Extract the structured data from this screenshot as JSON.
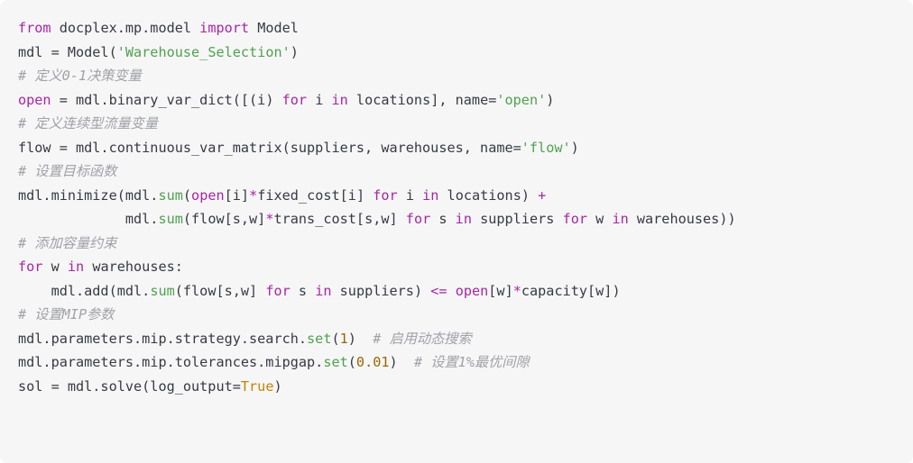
{
  "code": {
    "lines": [
      [
        {
          "t": "from",
          "c": "kw"
        },
        {
          "t": " docplex.mp.model ",
          "c": ""
        },
        {
          "t": "import",
          "c": "kw"
        },
        {
          "t": " Model",
          "c": ""
        }
      ],
      [
        {
          "t": "mdl = Model(",
          "c": ""
        },
        {
          "t": "'Warehouse_Selection'",
          "c": "str"
        },
        {
          "t": ")",
          "c": ""
        }
      ],
      [
        {
          "t": "# 定义0-1决策变量",
          "c": "cmt"
        }
      ],
      [
        {
          "t": "open",
          "c": "kw"
        },
        {
          "t": " = mdl.binary_var_dict([(i) ",
          "c": ""
        },
        {
          "t": "for",
          "c": "kw"
        },
        {
          "t": " i ",
          "c": ""
        },
        {
          "t": "in",
          "c": "kw"
        },
        {
          "t": " locations], name=",
          "c": ""
        },
        {
          "t": "'open'",
          "c": "str"
        },
        {
          "t": ")",
          "c": ""
        }
      ],
      [
        {
          "t": "# 定义连续型流量变量",
          "c": "cmt"
        }
      ],
      [
        {
          "t": "flow = mdl.continuous_var_matrix(suppliers, warehouses, name=",
          "c": ""
        },
        {
          "t": "'flow'",
          "c": "str"
        },
        {
          "t": ")",
          "c": ""
        }
      ],
      [
        {
          "t": "# 设置目标函数",
          "c": "cmt"
        }
      ],
      [
        {
          "t": "mdl.minimize(mdl.",
          "c": ""
        },
        {
          "t": "sum",
          "c": "fn"
        },
        {
          "t": "(",
          "c": ""
        },
        {
          "t": "open",
          "c": "kw"
        },
        {
          "t": "[i]",
          "c": ""
        },
        {
          "t": "*",
          "c": "kw"
        },
        {
          "t": "fixed_cost[i] ",
          "c": ""
        },
        {
          "t": "for",
          "c": "kw"
        },
        {
          "t": " i ",
          "c": ""
        },
        {
          "t": "in",
          "c": "kw"
        },
        {
          "t": " locations) ",
          "c": ""
        },
        {
          "t": "+",
          "c": "kw"
        }
      ],
      [
        {
          "t": "             mdl.",
          "c": ""
        },
        {
          "t": "sum",
          "c": "fn"
        },
        {
          "t": "(flow[s,w]",
          "c": ""
        },
        {
          "t": "*",
          "c": "kw"
        },
        {
          "t": "trans_cost[s,w] ",
          "c": ""
        },
        {
          "t": "for",
          "c": "kw"
        },
        {
          "t": " s ",
          "c": ""
        },
        {
          "t": "in",
          "c": "kw"
        },
        {
          "t": " suppliers ",
          "c": ""
        },
        {
          "t": "for",
          "c": "kw"
        },
        {
          "t": " w ",
          "c": ""
        },
        {
          "t": "in",
          "c": "kw"
        },
        {
          "t": " warehouses))",
          "c": ""
        }
      ],
      [
        {
          "t": "# 添加容量约束",
          "c": "cmt"
        }
      ],
      [
        {
          "t": "for",
          "c": "kw"
        },
        {
          "t": " w ",
          "c": ""
        },
        {
          "t": "in",
          "c": "kw"
        },
        {
          "t": " warehouses:",
          "c": ""
        }
      ],
      [
        {
          "t": "    mdl.add(mdl.",
          "c": ""
        },
        {
          "t": "sum",
          "c": "fn"
        },
        {
          "t": "(flow[s,w] ",
          "c": ""
        },
        {
          "t": "for",
          "c": "kw"
        },
        {
          "t": " s ",
          "c": ""
        },
        {
          "t": "in",
          "c": "kw"
        },
        {
          "t": " suppliers) ",
          "c": ""
        },
        {
          "t": "<=",
          "c": "kw"
        },
        {
          "t": " ",
          "c": ""
        },
        {
          "t": "open",
          "c": "kw"
        },
        {
          "t": "[w]",
          "c": ""
        },
        {
          "t": "*",
          "c": "kw"
        },
        {
          "t": "capacity[w])",
          "c": ""
        }
      ],
      [
        {
          "t": "# 设置MIP参数",
          "c": "cmt"
        }
      ],
      [
        {
          "t": "mdl.parameters.mip.strategy.search.",
          "c": ""
        },
        {
          "t": "set",
          "c": "fn"
        },
        {
          "t": "(",
          "c": ""
        },
        {
          "t": "1",
          "c": "num"
        },
        {
          "t": ")  ",
          "c": ""
        },
        {
          "t": "# 启用动态搜索",
          "c": "cmt"
        }
      ],
      [
        {
          "t": "mdl.parameters.mip.tolerances.mipgap.",
          "c": ""
        },
        {
          "t": "set",
          "c": "fn"
        },
        {
          "t": "(",
          "c": ""
        },
        {
          "t": "0.01",
          "c": "num"
        },
        {
          "t": ")  ",
          "c": ""
        },
        {
          "t": "# 设置1%最优间隙",
          "c": "cmt"
        }
      ],
      [
        {
          "t": "sol = mdl.solve(log_output=",
          "c": ""
        },
        {
          "t": "True",
          "c": "lit"
        },
        {
          "t": ")",
          "c": ""
        }
      ]
    ]
  }
}
